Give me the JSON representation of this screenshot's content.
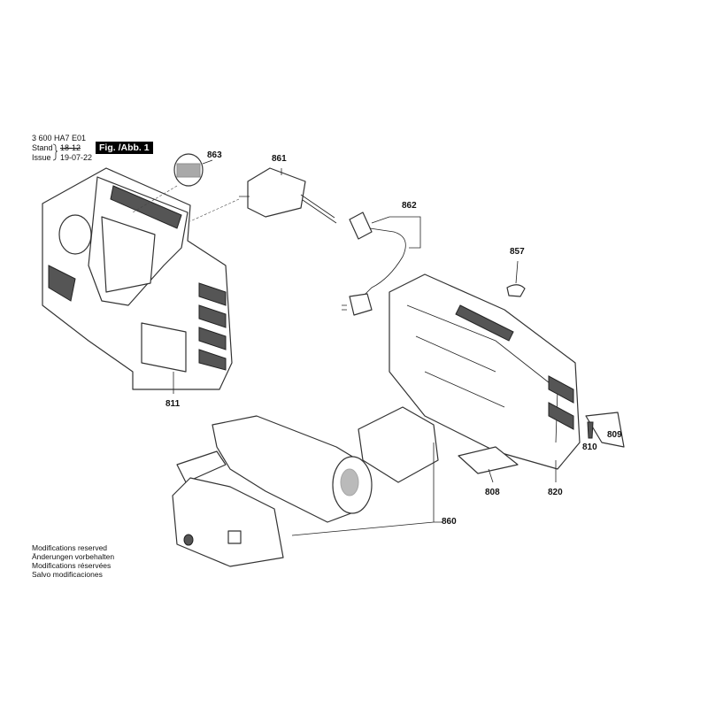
{
  "header": {
    "doc_number": "3 600 HA7 E01",
    "stand_label": "Stand",
    "stand_value": "18-12",
    "issue_label": "Issue",
    "issue_value": "19-07-22",
    "figure_label": "Fig. /Abb. 1"
  },
  "footer": {
    "lines": [
      "Modifications reserved",
      "Änderungen vorbehalten",
      "Modifications réservées",
      "Salvo modificaciones"
    ]
  },
  "parts": {
    "p863": "863",
    "p861": "861",
    "p862": "862",
    "p857": "857",
    "p811": "811",
    "p809": "809",
    "p810": "810",
    "p808": "808",
    "p820": "820",
    "p860": "860"
  }
}
